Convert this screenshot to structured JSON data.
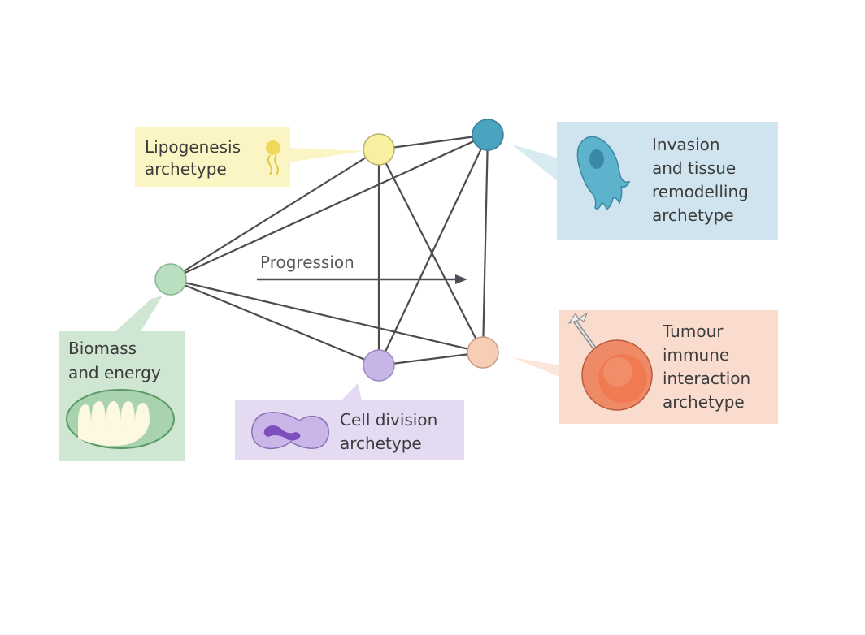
{
  "diagram": {
    "nodes": [
      {
        "id": "lipogenesis",
        "color": "#f7f0a0",
        "stroke": "#b8b070"
      },
      {
        "id": "invasion",
        "color": "#4aa3bf",
        "stroke": "#3a8098"
      },
      {
        "id": "biomass",
        "color": "#b9dfc0",
        "stroke": "#85b58f"
      },
      {
        "id": "cell-division",
        "color": "#c8b5e8",
        "stroke": "#9d88c2"
      },
      {
        "id": "immune",
        "color": "#f8cdb5",
        "stroke": "#c99b83"
      }
    ],
    "edges": [
      [
        "biomass",
        "lipogenesis"
      ],
      [
        "biomass",
        "invasion"
      ],
      [
        "biomass",
        "cell-division"
      ],
      [
        "biomass",
        "immune"
      ],
      [
        "lipogenesis",
        "invasion"
      ],
      [
        "lipogenesis",
        "cell-division"
      ],
      [
        "lipogenesis",
        "immune"
      ],
      [
        "invasion",
        "cell-division"
      ],
      [
        "invasion",
        "immune"
      ],
      [
        "cell-division",
        "immune"
      ]
    ],
    "progression_label": "Progression",
    "labels": {
      "lipogenesis": {
        "lines": [
          "Lipogenesis",
          "archetype"
        ],
        "bg": "#fbf5c4"
      },
      "invasion": {
        "lines": [
          "Invasion",
          "and tissue",
          "remodelling",
          "archetype"
        ],
        "bg": "#cfe4ee"
      },
      "biomass": {
        "lines": [
          "Biomass",
          "and energy"
        ],
        "bg": "#cfe6d3"
      },
      "cell_division": {
        "lines": [
          "Cell division",
          "archetype"
        ],
        "bg": "#e4dbf3"
      },
      "immune": {
        "lines": [
          "Tumour",
          "immune",
          "interaction",
          "archetype"
        ],
        "bg": "#f9dccd"
      }
    }
  }
}
